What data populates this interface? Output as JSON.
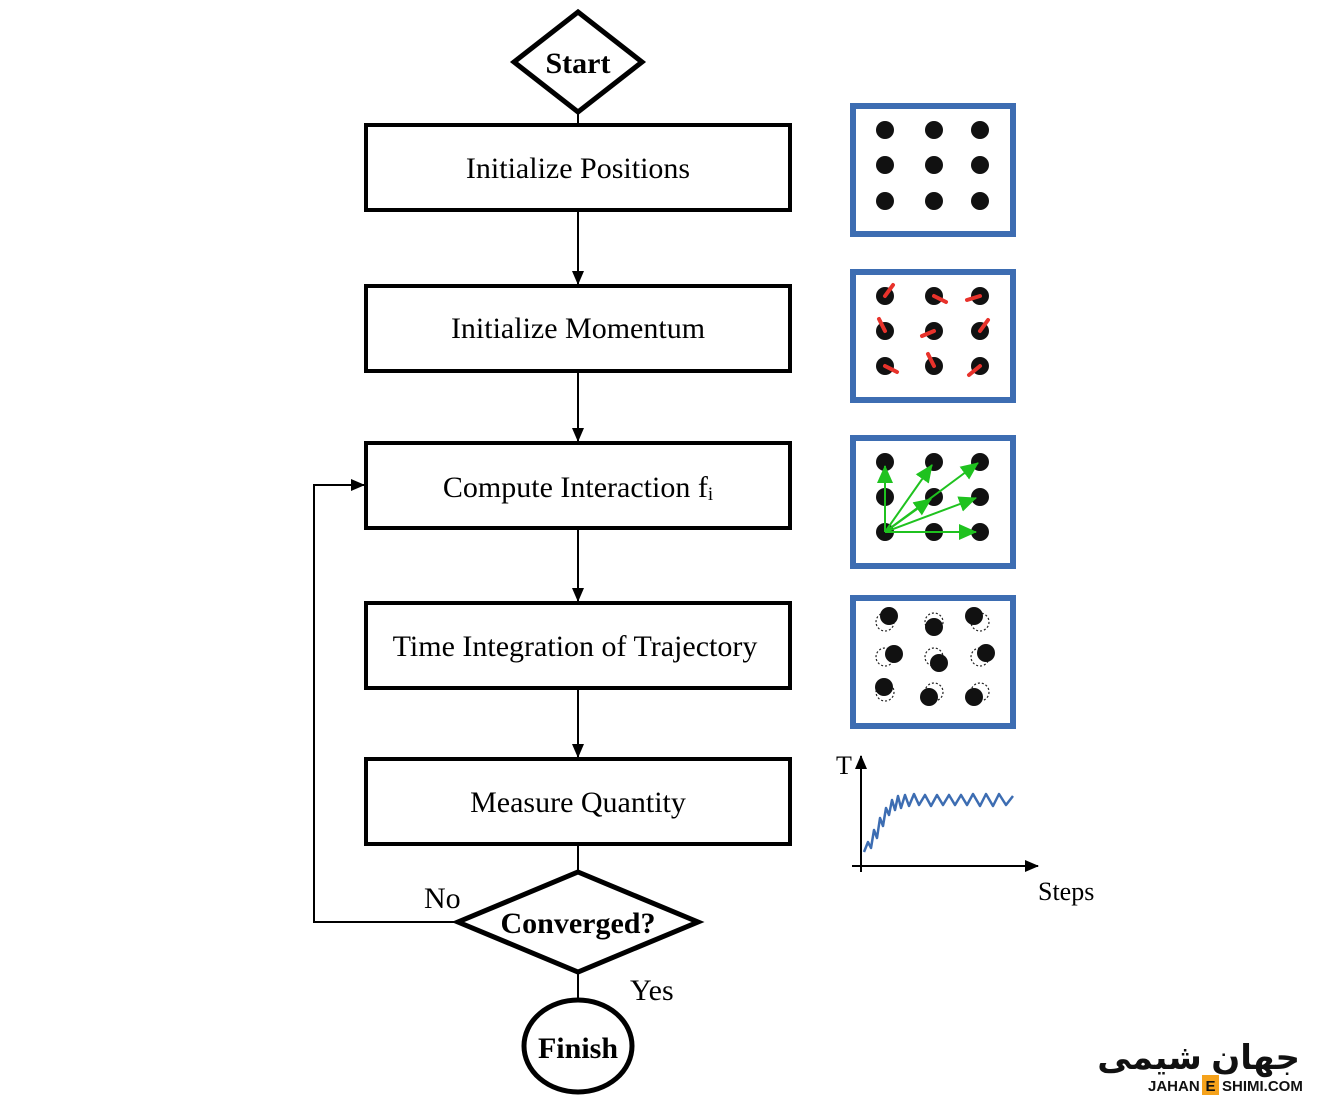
{
  "flowchart": {
    "start_label": "Start",
    "steps": [
      {
        "label": "Initialize Positions"
      },
      {
        "label": "Initialize Momentum"
      },
      {
        "label": "Compute Interaction f",
        "subscript": "i"
      },
      {
        "label": "Time Integration of Trajectory"
      },
      {
        "label": "Measure Quantity"
      }
    ],
    "decision_label": "Converged?",
    "no_label": "No",
    "yes_label": "Yes",
    "finish_label": "Finish"
  },
  "illustrations": {
    "panel_border_color": "#3d6db2",
    "particle_color": "#111111",
    "momentum_arrow_color": "#e8322b",
    "force_arrow_color": "#1fc21f",
    "graph": {
      "y_axis_label": "T",
      "x_axis_label": "Steps",
      "line_color": "#3d6db2"
    }
  },
  "watermark": {
    "arabic_text": "جهان شیمی",
    "latin_text_left": "JAHAN",
    "latin_letter_box": "E",
    "latin_text_right": "SHIMI.COM",
    "accent_color": "#f5a21b"
  }
}
